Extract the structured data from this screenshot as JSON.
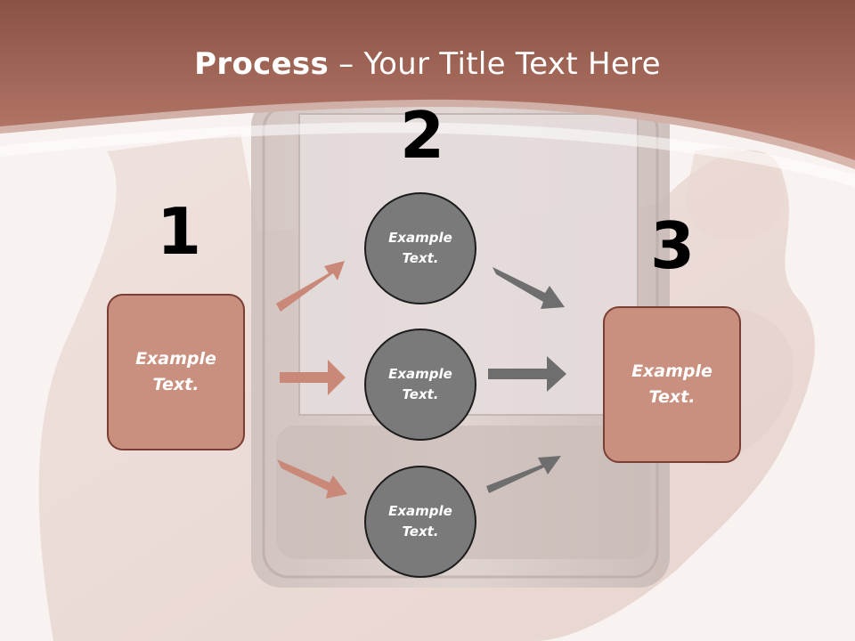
{
  "title": {
    "bold": "Process",
    "rest": " – Your Title Text Here"
  },
  "steps": {
    "one": "1",
    "two": "2",
    "three": "3"
  },
  "boxes": {
    "left": "Example Text.",
    "right": "Example Text."
  },
  "circles": [
    "Example Text.",
    "Example Text.",
    "Example Text."
  ],
  "colors": {
    "banner": "#b57566",
    "box_fill": "#c9907f",
    "box_border": "#7a3f34",
    "circle_fill": "#7a7a7a",
    "arrow_pink": "#c98878",
    "arrow_gray": "#6e6e6e"
  }
}
